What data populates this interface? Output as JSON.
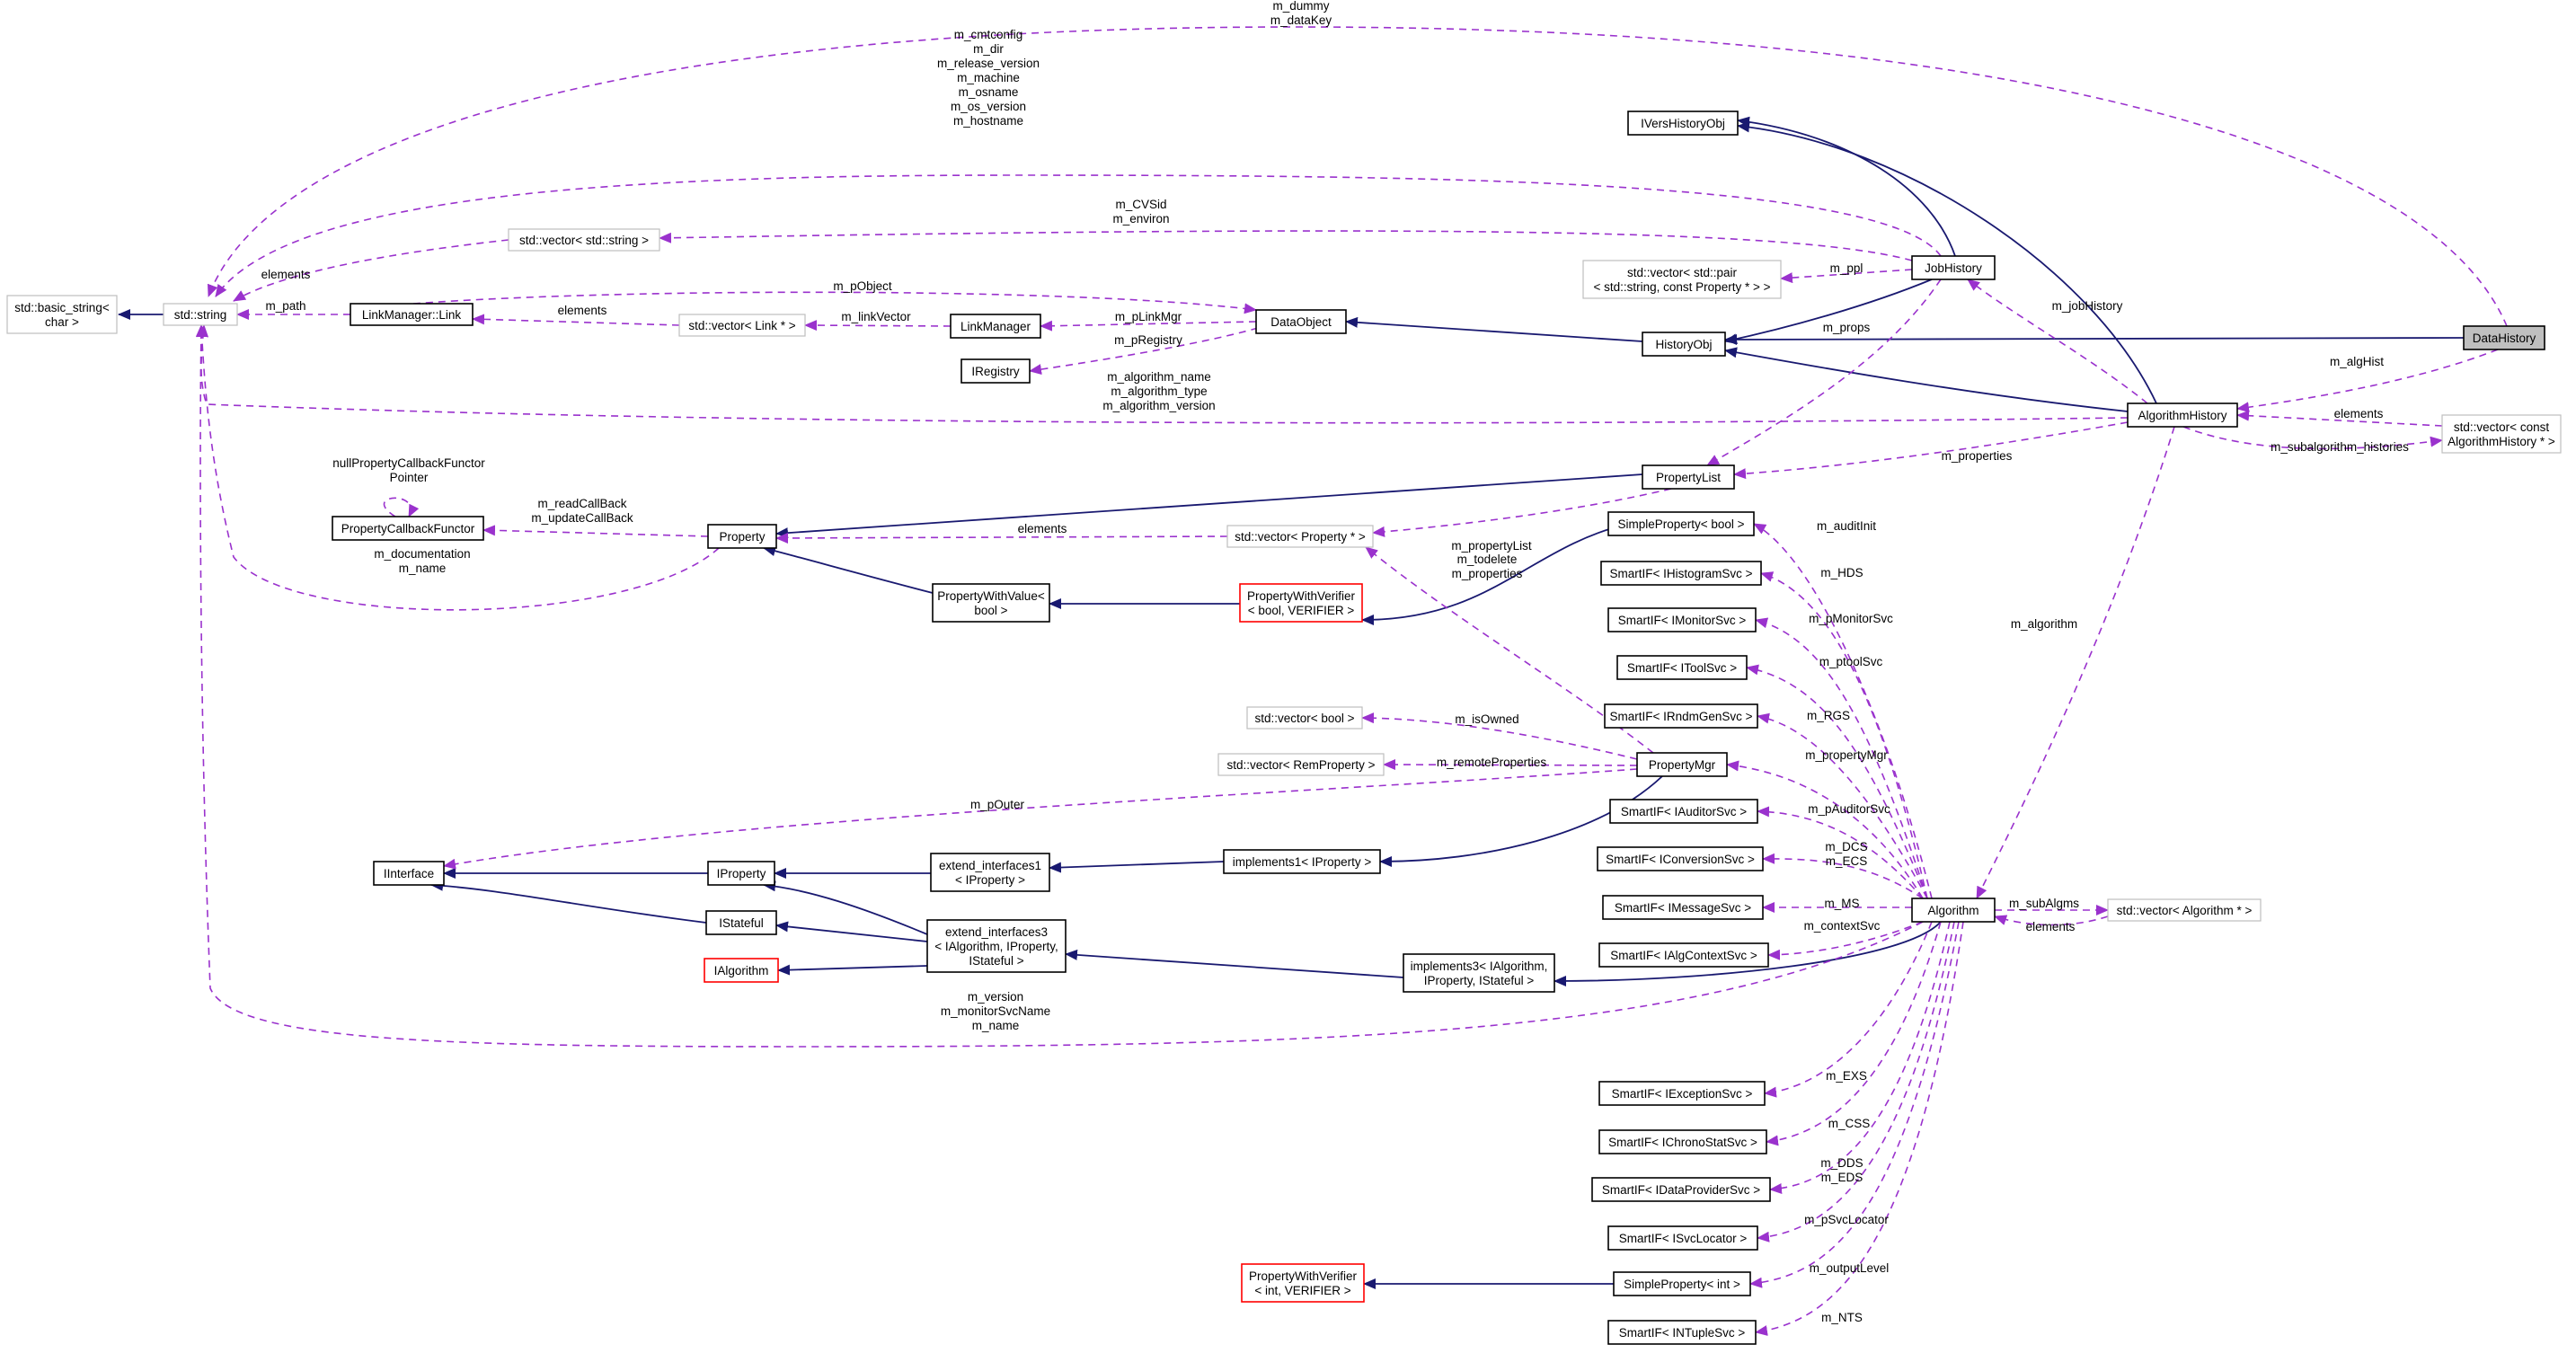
{
  "colors": {
    "inheritance": "#191970",
    "usage": "#9a32cd",
    "gray_border": "#bfbfbf",
    "template_border": "#ff0000",
    "focus_fill": "#bfbfbf"
  },
  "nodes": {
    "basic_string": [
      "std::basic_string<",
      "char >"
    ],
    "string": [
      "std::string"
    ],
    "vector_string": [
      "std::vector< std::string >"
    ],
    "link": [
      "LinkManager::Link"
    ],
    "vector_link": [
      "std::vector< Link * >"
    ],
    "linkmanager": [
      "LinkManager"
    ],
    "iregistry": [
      "IRegistry"
    ],
    "dataobject": [
      "DataObject"
    ],
    "iversionhistoryobj": [
      "IVersHistoryObj"
    ],
    "vector_pair": [
      "std::vector< std::pair",
      "< std::string, const Property * > >"
    ],
    "jobhistory": [
      "JobHistory"
    ],
    "historyobj": [
      "HistoryObj"
    ],
    "datahistory": [
      "DataHistory"
    ],
    "algorithmhistory": [
      "AlgorithmHistory"
    ],
    "vector_alghist": [
      "std::vector< const",
      "AlgorithmHistory * >"
    ],
    "propertylist": [
      "PropertyList"
    ],
    "propcallback": [
      "PropertyCallbackFunctor"
    ],
    "property": [
      "Property"
    ],
    "vector_property": [
      "std::vector< Property * >"
    ],
    "simpleprop_bool": [
      "SimpleProperty< bool >"
    ],
    "pwv_bool": [
      "PropertyWithValue<",
      "bool >"
    ],
    "pwverifier_bool": [
      "PropertyWithVerifier",
      "< bool, VERIFIER >"
    ],
    "sif_histo": [
      "SmartIF< IHistogramSvc >"
    ],
    "sif_monitor": [
      "SmartIF< IMonitorSvc >"
    ],
    "sif_tool": [
      "SmartIF< IToolSvc >"
    ],
    "sif_rndm": [
      "SmartIF< IRndmGenSvc >"
    ],
    "vector_bool": [
      "std::vector< bool >"
    ],
    "vector_remprop": [
      "std::vector< RemProperty >"
    ],
    "propertymgr": [
      "PropertyMgr"
    ],
    "sif_auditor": [
      "SmartIF< IAuditorSvc >"
    ],
    "iinterface": [
      "IInterface"
    ],
    "iproperty": [
      "IProperty"
    ],
    "extend1": [
      "extend_interfaces1",
      "< IProperty >"
    ],
    "implements1": [
      "implements1< IProperty >"
    ],
    "sif_conversion": [
      "SmartIF< IConversionSvc >"
    ],
    "istateful": [
      "IStateful"
    ],
    "extend3": [
      "extend_interfaces3",
      "< IAlgorithm, IProperty,",
      "IStateful >"
    ],
    "ialgorithm": [
      "IAlgorithm"
    ],
    "sif_message": [
      "SmartIF< IMessageSvc >"
    ],
    "algorithm": [
      "Algorithm"
    ],
    "vector_alg": [
      "std::vector< Algorithm * >"
    ],
    "sif_algcontext": [
      "SmartIF< IAlgContextSvc >"
    ],
    "implements3": [
      "implements3< IAlgorithm,",
      "IProperty, IStateful >"
    ],
    "sif_exception": [
      "SmartIF< IExceptionSvc >"
    ],
    "sif_chrono": [
      "SmartIF< IChronoStatSvc >"
    ],
    "sif_dataprovider": [
      "SmartIF< IDataProviderSvc >"
    ],
    "sif_svclocator": [
      "SmartIF< ISvcLocator >"
    ],
    "pwverifier_int": [
      "PropertyWithVerifier",
      "< int, VERIFIER >"
    ],
    "simpleprop_int": [
      "SimpleProperty< int >"
    ],
    "sif_ntuple": [
      "SmartIF< INTupleSvc >"
    ]
  },
  "edge_labels": {
    "dh_string": [
      "m_dummy",
      "m_dataKey"
    ],
    "jh_string": [
      "m_cmtconfig",
      "m_dir",
      "m_release_version",
      "m_machine",
      "m_osname",
      "m_os_version",
      "m_hostname"
    ],
    "jh_vecstring": [
      "m_CVSid",
      "m_environ"
    ],
    "vecstring_string": [
      "elements"
    ],
    "link_string": [
      "m_path"
    ],
    "link_dataobject": [
      "m_pObject"
    ],
    "veclink_link": [
      "elements"
    ],
    "lm_veclink": [
      "m_linkVector"
    ],
    "do_lm": [
      "m_pLinkMgr"
    ],
    "do_ireg": [
      "m_pRegistry"
    ],
    "jh_pair": [
      "m_ppl"
    ],
    "jh_proplist": [
      "m_props"
    ],
    "ah_jh": [
      "m_jobHistory"
    ],
    "dh_ah": [
      "m_algHist"
    ],
    "ah_string": [
      "m_algorithm_name",
      "m_algorithm_type",
      "m_algorithm_version"
    ],
    "vecalghist_ah": [
      "elements"
    ],
    "ah_vecalghist": [
      "m_subalgorithm_histories"
    ],
    "ah_proplist": [
      "m_properties"
    ],
    "pcf_self": [
      "nullPropertyCallbackFunctor",
      "Pointer"
    ],
    "prop_pcf": [
      "m_readCallBack",
      "m_updateCallBack"
    ],
    "proplist_vecprop": [
      "m_propertyList"
    ],
    "vecprop_prop": [
      "elements"
    ],
    "prop_string": [
      "m_documentation",
      "m_name"
    ],
    "alg_simplebool": [
      "m_auditInit"
    ],
    "pm_vecprop": [
      "m_todelete",
      "m_properties"
    ],
    "alg_histo": [
      "m_HDS"
    ],
    "alg_monitor": [
      "m_pMonitorSvc"
    ],
    "alg_tool": [
      "m_ptoolSvc"
    ],
    "alg_rndm": [
      "m_RGS"
    ],
    "pm_vecbool": [
      "m_isOwned"
    ],
    "pm_remprop": [
      "m_remoteProperties"
    ],
    "alg_pm": [
      "m_propertyMgr"
    ],
    "pm_iinterface": [
      "m_pOuter"
    ],
    "alg_auditor": [
      "m_pAuditorSvc"
    ],
    "ah_alg": [
      "m_algorithm"
    ],
    "alg_conversion": [
      "m_DCS",
      "m_ECS"
    ],
    "alg_message": [
      "m_MS"
    ],
    "alg_vecalg": [
      "m_subAlgms"
    ],
    "vecalg_alg": [
      "elements"
    ],
    "alg_algcontext": [
      "m_contextSvc"
    ],
    "alg_string": [
      "m_version",
      "m_monitorSvcName",
      "m_name"
    ],
    "alg_exception": [
      "m_EXS"
    ],
    "alg_chrono": [
      "m_CSS"
    ],
    "alg_dataprovider": [
      "m_DDS",
      "m_EDS"
    ],
    "alg_svclocator": [
      "m_pSvcLocator"
    ],
    "alg_simpleint": [
      "m_outputLevel"
    ],
    "alg_ntuple": [
      "m_NTS"
    ]
  }
}
